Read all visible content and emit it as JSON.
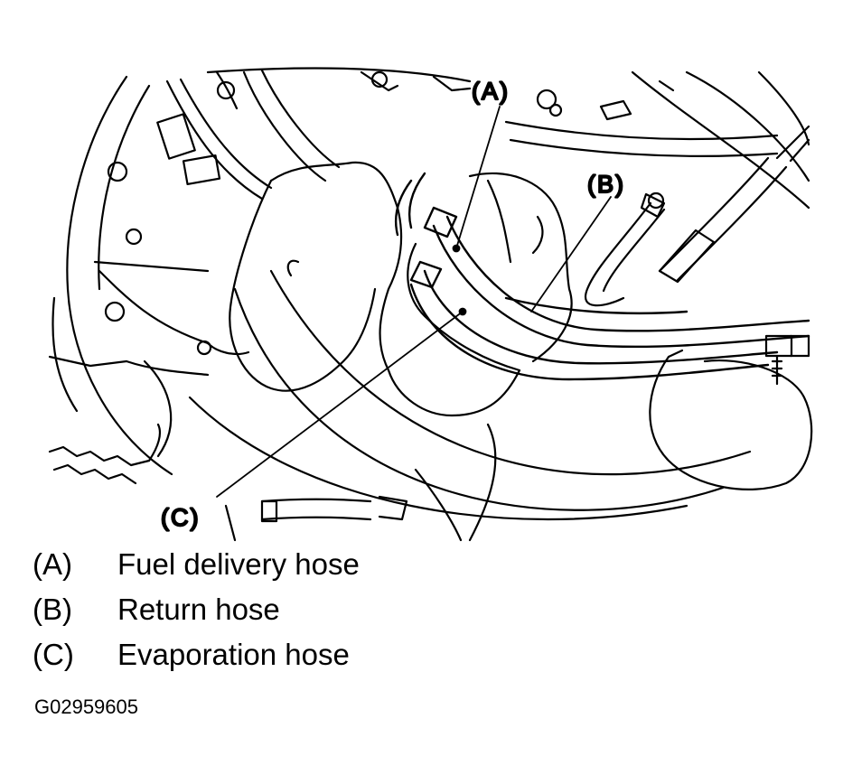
{
  "diagram": {
    "callouts": [
      {
        "id": "A",
        "label": "(A)"
      },
      {
        "id": "B",
        "label": "(B)"
      },
      {
        "id": "C",
        "label": "(C)"
      }
    ]
  },
  "legend": [
    {
      "key": "(A)",
      "text": "Fuel delivery hose"
    },
    {
      "key": "(B)",
      "text": "Return hose"
    },
    {
      "key": "(C)",
      "text": "Evaporation hose"
    }
  ],
  "figure_id": "G02959605"
}
